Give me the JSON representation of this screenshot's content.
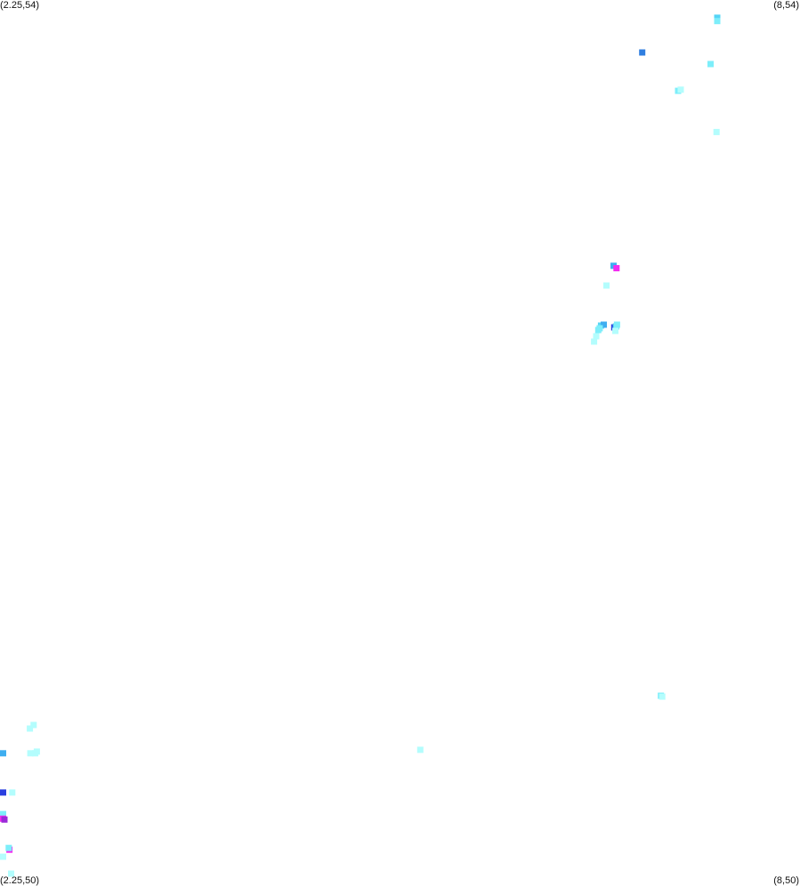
{
  "corner_labels": {
    "top_left": "(2.25,54)",
    "top_right": "(8,54)",
    "bottom_left": "(2.25,50)",
    "bottom_right": "(8,50)"
  },
  "chart_data": {
    "type": "heatmap",
    "xlim": [
      2.25,
      8
    ],
    "ylim": [
      50,
      54
    ],
    "grid": false,
    "legend": "none",
    "palette": {
      "1": "#b3fdfd",
      "2": "#7deefa",
      "3": "#55d4f6",
      "4": "#3eaef0",
      "5": "#2f7ee0",
      "6": "#2a3fe0",
      "7": "#9b2ad8",
      "8": "#f22cf0"
    },
    "cells": [
      {
        "x": 7.405,
        "y": 53.92,
        "level": 3
      },
      {
        "x": 7.405,
        "y": 53.905,
        "level": 2
      },
      {
        "x": 6.866,
        "y": 53.763,
        "level": 5
      },
      {
        "x": 7.357,
        "y": 53.711,
        "level": 2
      },
      {
        "x": 7.124,
        "y": 53.59,
        "level": 2
      },
      {
        "x": 7.143,
        "y": 53.595,
        "level": 1
      },
      {
        "x": 7.4,
        "y": 53.404,
        "level": 1
      },
      {
        "x": 6.66,
        "y": 52.8,
        "level": 4
      },
      {
        "x": 6.681,
        "y": 52.789,
        "level": 8
      },
      {
        "x": 6.609,
        "y": 52.711,
        "level": 1
      },
      {
        "x": 6.57,
        "y": 52.53,
        "level": 3
      },
      {
        "x": 6.59,
        "y": 52.534,
        "level": 4
      },
      {
        "x": 6.56,
        "y": 52.518,
        "level": 2
      },
      {
        "x": 6.55,
        "y": 52.51,
        "level": 2
      },
      {
        "x": 6.535,
        "y": 52.482,
        "level": 1
      },
      {
        "x": 6.52,
        "y": 52.458,
        "level": 1
      },
      {
        "x": 6.665,
        "y": 52.522,
        "level": 6
      },
      {
        "x": 6.677,
        "y": 52.526,
        "level": 3
      },
      {
        "x": 6.685,
        "y": 52.534,
        "level": 2
      },
      {
        "x": 6.673,
        "y": 52.506,
        "level": 1
      },
      {
        "x": 7.0,
        "y": 50.859,
        "level": 2
      },
      {
        "x": 7.01,
        "y": 50.855,
        "level": 1
      },
      {
        "x": 2.465,
        "y": 50.711,
        "level": 1
      },
      {
        "x": 2.492,
        "y": 50.727,
        "level": 1
      },
      {
        "x": 2.468,
        "y": 50.599,
        "level": 1
      },
      {
        "x": 2.503,
        "y": 50.599,
        "level": 1
      },
      {
        "x": 2.515,
        "y": 50.607,
        "level": 1
      },
      {
        "x": 5.271,
        "y": 50.615,
        "level": 1
      },
      {
        "x": 2.255,
        "y": 50.599,
        "level": 4
      },
      {
        "x": 2.265,
        "y": 50.422,
        "level": 6
      },
      {
        "x": 2.338,
        "y": 50.422,
        "level": 1
      },
      {
        "x": 2.265,
        "y": 50.325,
        "level": 2
      },
      {
        "x": 2.268,
        "y": 50.304,
        "level": 8
      },
      {
        "x": 2.282,
        "y": 50.3,
        "level": 7
      },
      {
        "x": 2.318,
        "y": 50.164,
        "level": 8
      },
      {
        "x": 2.313,
        "y": 50.172,
        "level": 2
      },
      {
        "x": 2.265,
        "y": 50.132,
        "level": 1
      },
      {
        "x": 2.33,
        "y": 50.056,
        "level": 1
      }
    ]
  }
}
